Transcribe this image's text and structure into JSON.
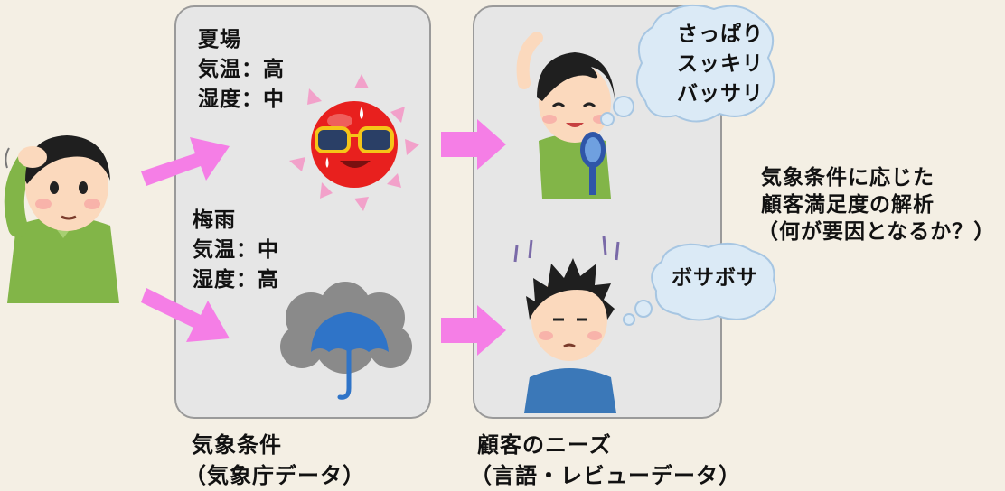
{
  "summer": {
    "title": "夏場",
    "temp": "気温：高",
    "humidity": "湿度：中"
  },
  "rainy": {
    "title": "梅雨",
    "temp": "気温：中",
    "humidity": "湿度：高"
  },
  "bubble_top": [
    "さっぱり",
    "スッキリ",
    "バッサリ"
  ],
  "bubble_bottom": "ボサボサ",
  "analysis": [
    "気象条件に応じた",
    "顧客満足度の解析",
    "（何が要因となるか？）"
  ],
  "caption_weather": [
    "気象条件",
    "（気象庁データ）"
  ],
  "caption_needs": [
    "顧客のニーズ",
    "（言語・レビューデータ）"
  ],
  "colors": {
    "arrow": "#f57ee6",
    "panel": "#e6e6e6",
    "background": "#f4efe4",
    "sun": "#e8201e",
    "umbrella": "#2f74c8"
  }
}
